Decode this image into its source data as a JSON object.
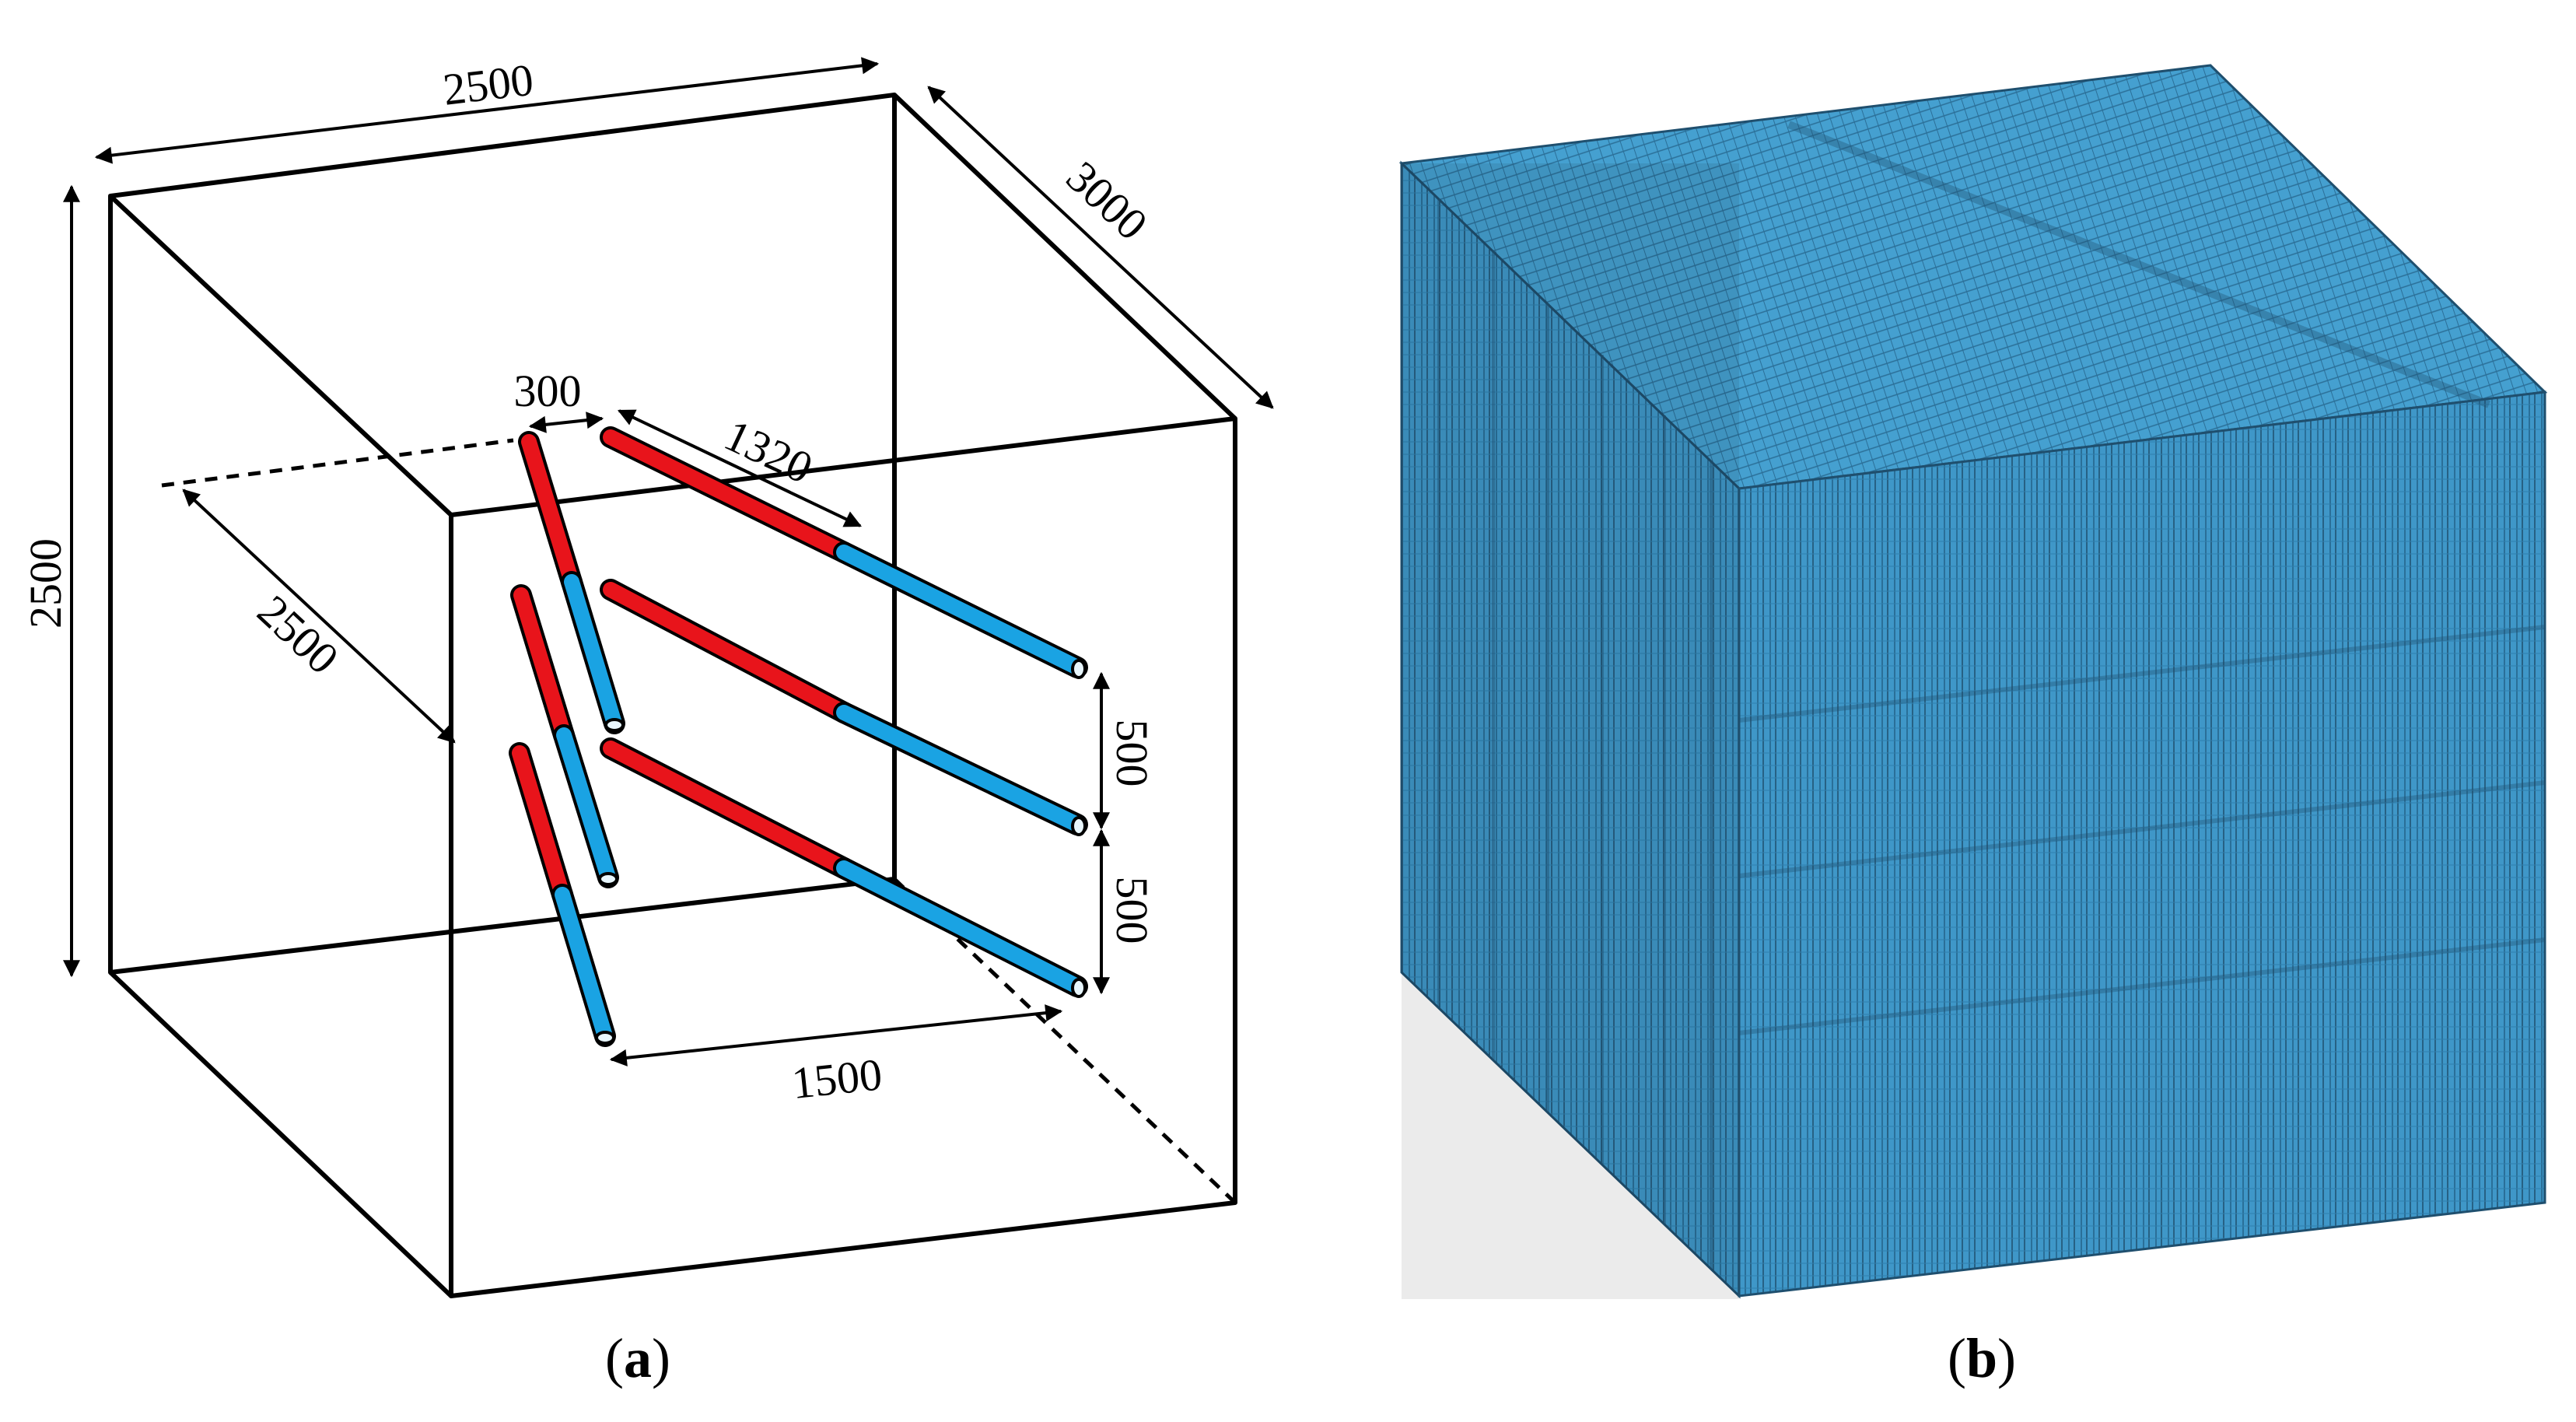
{
  "panel_a": {
    "caption_open": "(",
    "caption_letter": "a",
    "caption_close": ")",
    "dimensions": {
      "top_width": "2500",
      "depth": "3000",
      "height": "2500",
      "inner_depth": "2500",
      "pipe_spacing_horizontal": "300",
      "pipe_red_length": "1320",
      "pipe_spacing_vertical_1": "500",
      "pipe_spacing_vertical_2": "500",
      "pipe_span": "1500"
    },
    "colors": {
      "pipe_red": "#e8141b",
      "pipe_blue": "#1aa3e3",
      "line": "#000000"
    }
  },
  "panel_b": {
    "caption_open": "(",
    "caption_letter": "b",
    "caption_close": ")",
    "colors": {
      "mesh_fill": "#3f97c8",
      "mesh_dark": "#1f4f6e",
      "mesh_light": "#5aaed9"
    }
  }
}
